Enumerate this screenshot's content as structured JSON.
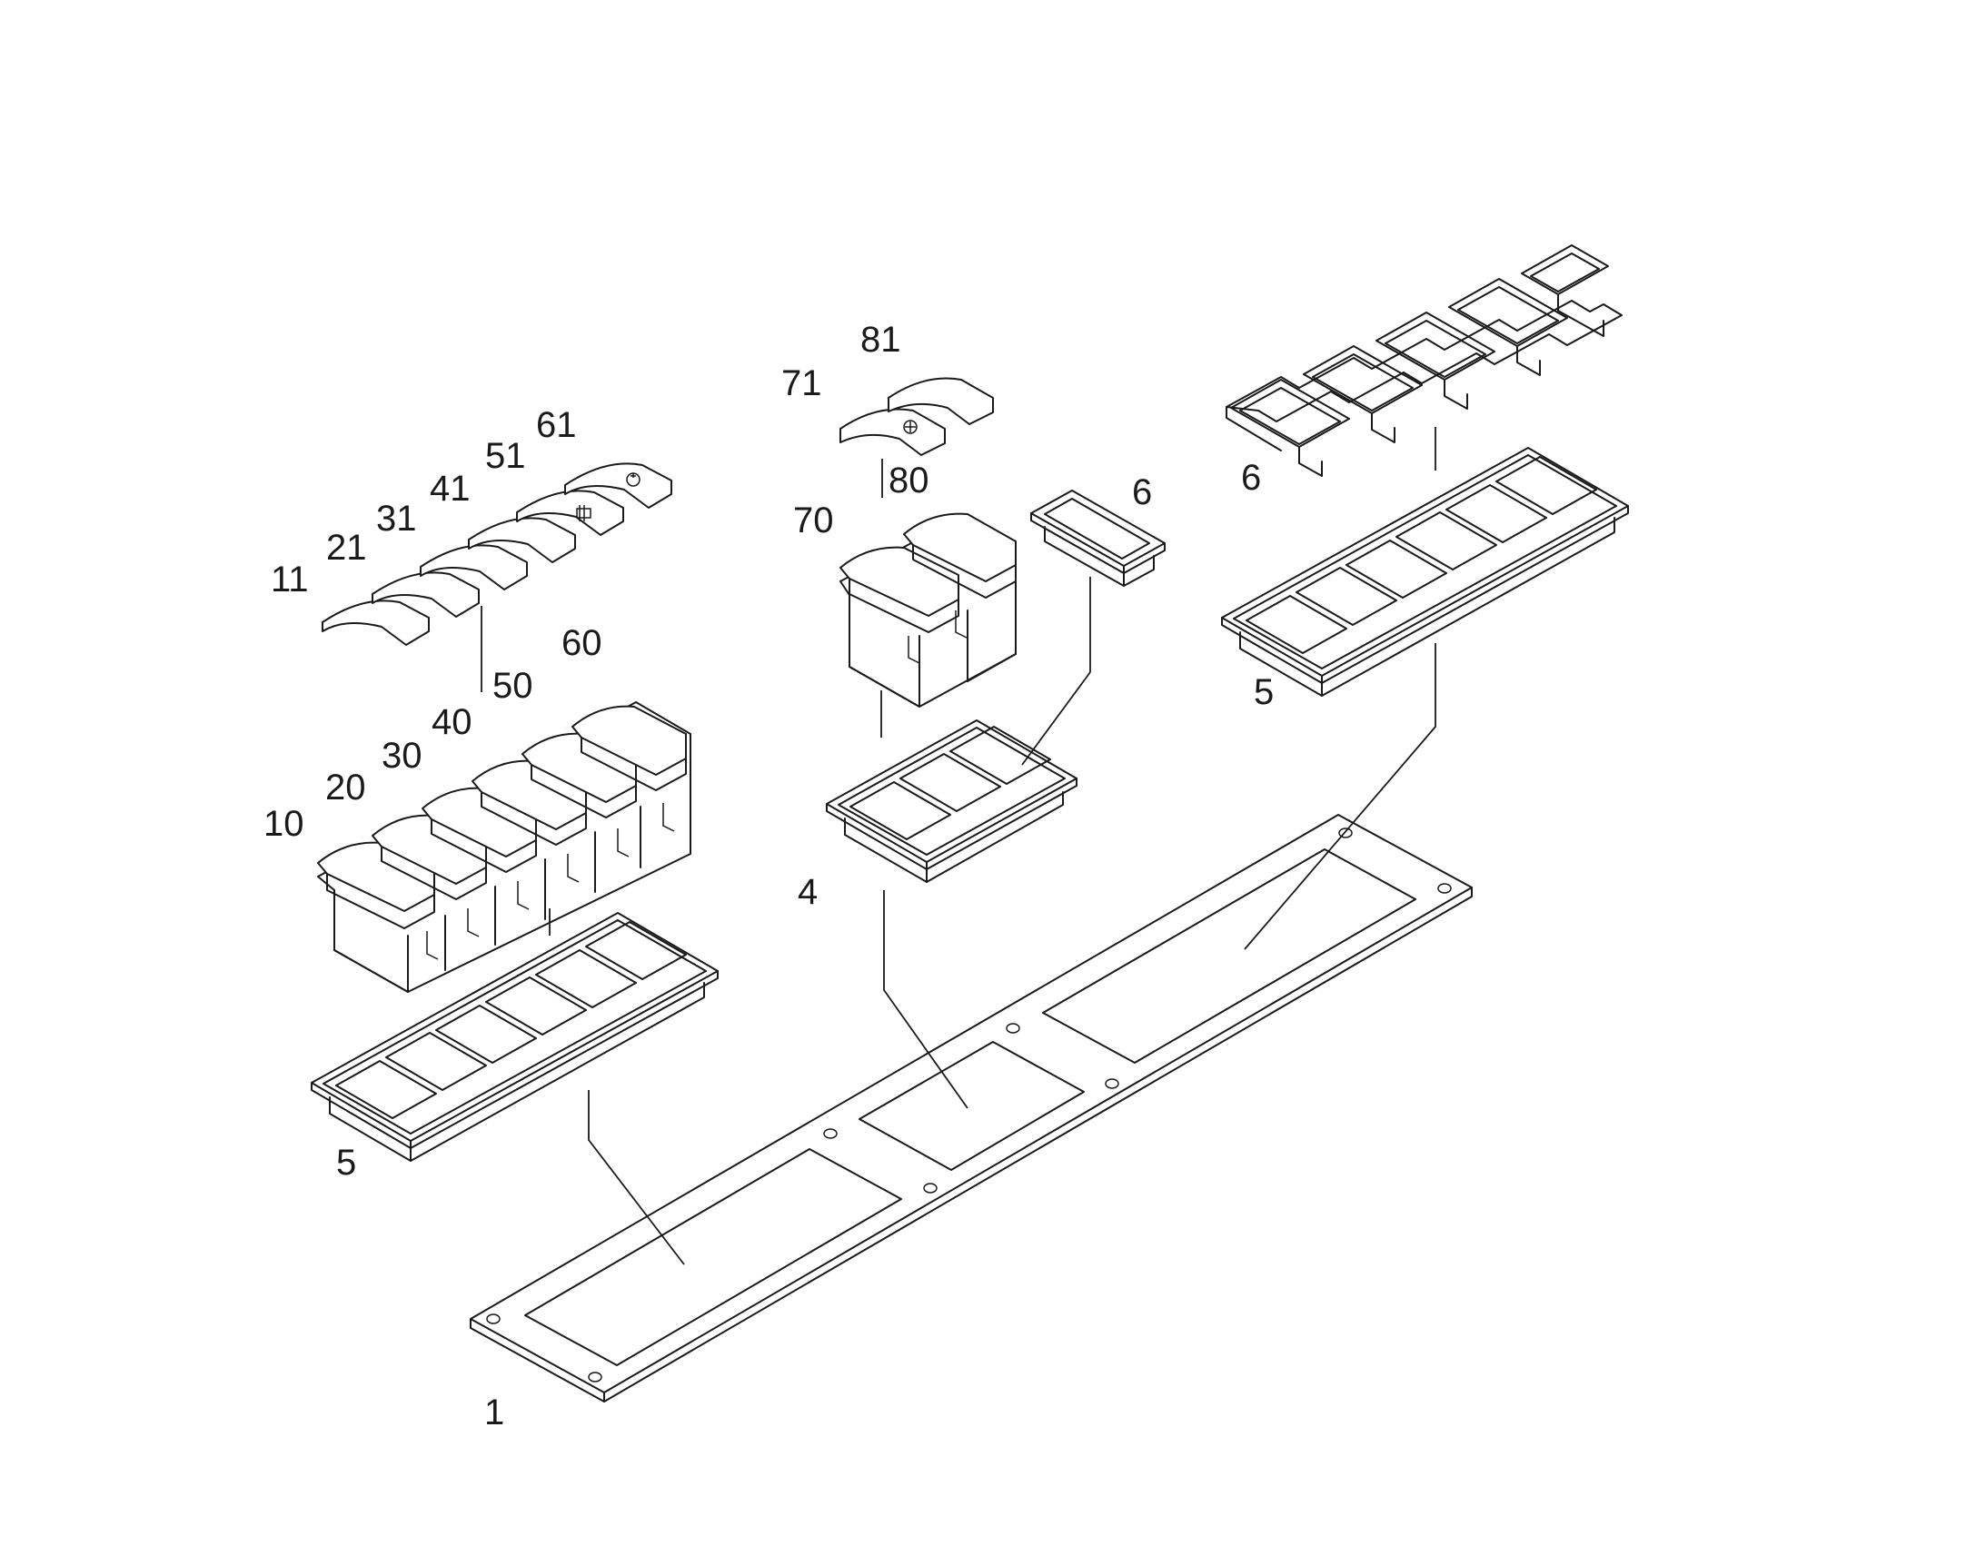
{
  "callouts": [
    {
      "id": "1"
    },
    {
      "id": "4"
    },
    {
      "id": "5"
    },
    {
      "id": "5"
    },
    {
      "id": "6"
    },
    {
      "id": "6"
    },
    {
      "id": "10"
    },
    {
      "id": "11"
    },
    {
      "id": "20"
    },
    {
      "id": "21"
    },
    {
      "id": "30"
    },
    {
      "id": "31"
    },
    {
      "id": "40"
    },
    {
      "id": "41"
    },
    {
      "id": "50"
    },
    {
      "id": "51"
    },
    {
      "id": "60"
    },
    {
      "id": "61"
    },
    {
      "id": "70"
    },
    {
      "id": "71"
    },
    {
      "id": "80"
    },
    {
      "id": "81"
    }
  ]
}
